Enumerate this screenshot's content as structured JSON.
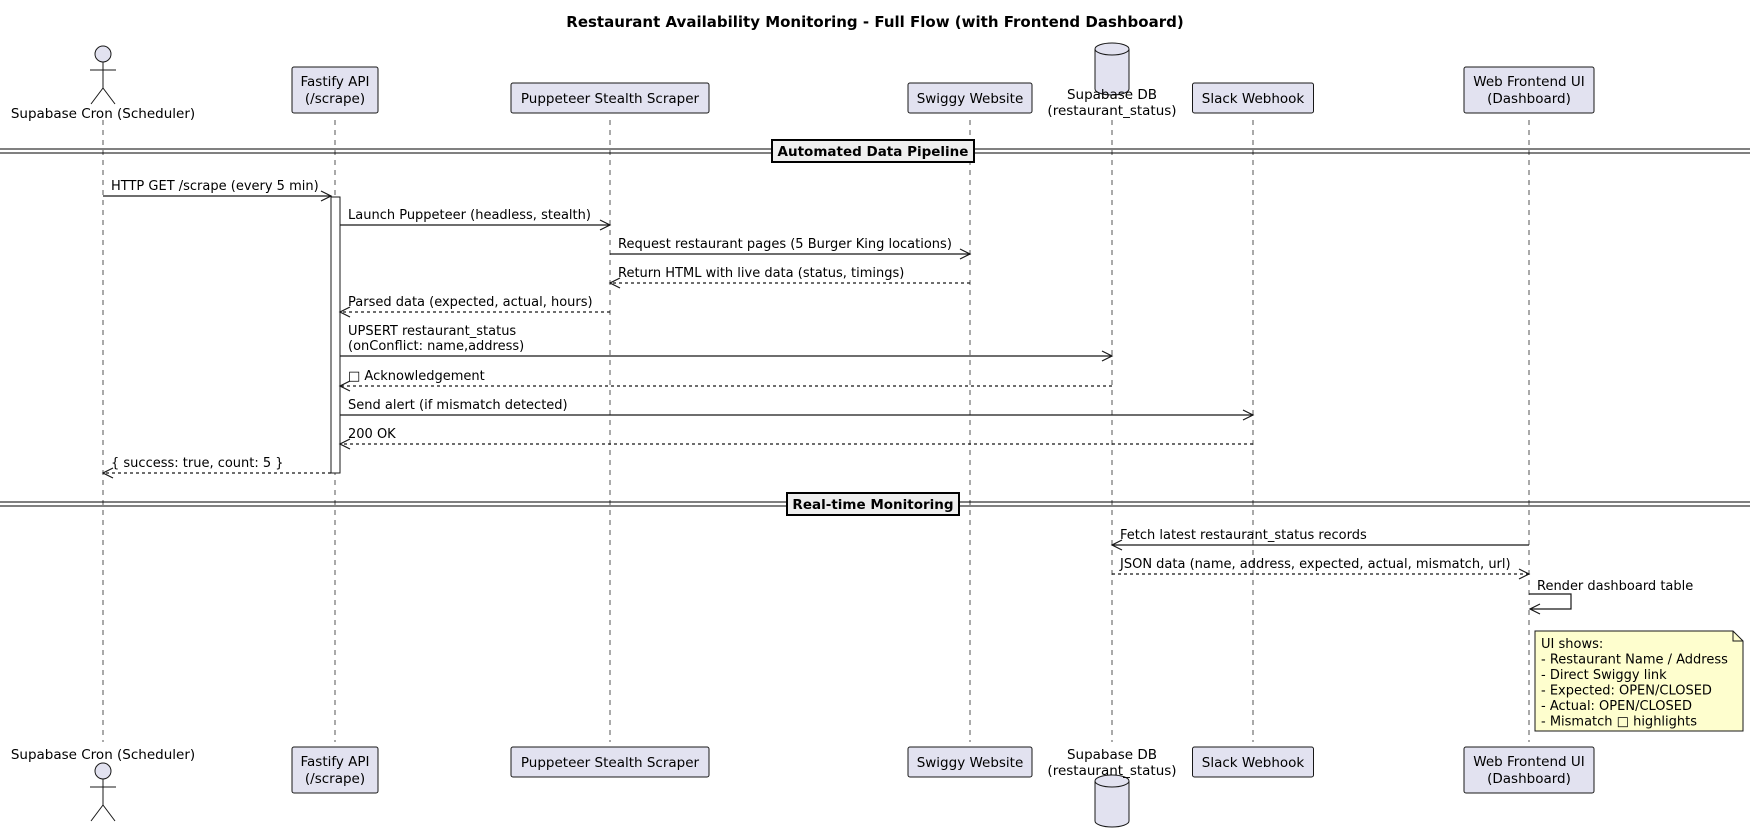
{
  "title": "Restaurant Availability Monitoring - Full Flow (with Frontend Dashboard)",
  "participants": [
    {
      "id": "cron",
      "kind": "actor",
      "label_lines": [
        "Supabase Cron (Scheduler)"
      ]
    },
    {
      "id": "api",
      "kind": "participant",
      "label_lines": [
        "Fastify API",
        "(/scrape)"
      ]
    },
    {
      "id": "scraper",
      "kind": "participant",
      "label_lines": [
        "Puppeteer Stealth Scraper"
      ]
    },
    {
      "id": "swiggy",
      "kind": "participant",
      "label_lines": [
        "Swiggy Website"
      ]
    },
    {
      "id": "db",
      "kind": "database",
      "label_lines": [
        "Supabase DB",
        "(restaurant_status)"
      ]
    },
    {
      "id": "slack",
      "kind": "participant",
      "label_lines": [
        "Slack Webhook"
      ]
    },
    {
      "id": "ui",
      "kind": "participant",
      "label_lines": [
        "Web Frontend UI",
        "(Dashboard)"
      ]
    }
  ],
  "dividers": [
    {
      "id": "pipeline",
      "label": "Automated Data Pipeline"
    },
    {
      "id": "monitoring",
      "label": "Real-time Monitoring"
    }
  ],
  "messages": [
    {
      "from": "cron",
      "to": "api",
      "style": "solid",
      "lines": [
        "HTTP GET /scrape (every 5 min)"
      ]
    },
    {
      "from": "api",
      "to": "scraper",
      "style": "solid",
      "lines": [
        "Launch Puppeteer (headless, stealth)"
      ]
    },
    {
      "from": "scraper",
      "to": "swiggy",
      "style": "solid",
      "lines": [
        "Request restaurant pages (5 Burger King locations)"
      ]
    },
    {
      "from": "swiggy",
      "to": "scraper",
      "style": "dashed",
      "lines": [
        "Return HTML with live data (status, timings)"
      ]
    },
    {
      "from": "scraper",
      "to": "api",
      "style": "dashed",
      "lines": [
        "Parsed data (expected, actual, hours)"
      ]
    },
    {
      "from": "api",
      "to": "db",
      "style": "solid",
      "lines": [
        "UPSERT restaurant_status",
        "(onConflict: name,address)"
      ]
    },
    {
      "from": "db",
      "to": "api",
      "style": "dashed",
      "lines": [
        "□ Acknowledgement"
      ]
    },
    {
      "from": "api",
      "to": "slack",
      "style": "solid",
      "lines": [
        "Send alert (if mismatch detected)"
      ]
    },
    {
      "from": "slack",
      "to": "api",
      "style": "dashed",
      "lines": [
        "200 OK"
      ]
    },
    {
      "from": "api",
      "to": "cron",
      "style": "dashed",
      "lines": [
        "{ success: true, count: 5 }"
      ]
    },
    {
      "from": "ui",
      "to": "db",
      "style": "solid",
      "lines": [
        "Fetch latest restaurant_status records"
      ]
    },
    {
      "from": "db",
      "to": "ui",
      "style": "dashed",
      "lines": [
        "JSON data (name, address, expected, actual, mismatch, url)"
      ]
    },
    {
      "from": "ui",
      "to": "ui",
      "style": "self",
      "lines": [
        "Render dashboard table"
      ]
    }
  ],
  "note": {
    "lines": [
      "UI shows:",
      "- Restaurant Name / Address",
      "- Direct Swiggy link",
      "- Expected: OPEN/CLOSED",
      "- Actual: OPEN/CLOSED",
      "- Mismatch □ highlights"
    ]
  },
  "colors": {
    "participant_fill": "#e2e2f0",
    "note_fill": "#fefece",
    "divider_fill": "#eeeeee",
    "line": "#181818"
  }
}
